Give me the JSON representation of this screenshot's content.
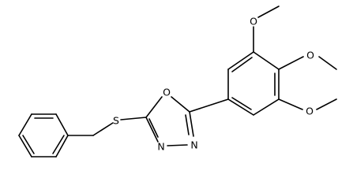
{
  "molecule": {
    "atom_labels": {
      "sulfur": "S",
      "ring_oxygen": "O",
      "nitrogen_left": "N",
      "nitrogen_right": "N",
      "methoxy_top_oxygen": "O",
      "methoxy_middle_oxygen": "O",
      "methoxy_bottom_oxygen": "O"
    }
  }
}
